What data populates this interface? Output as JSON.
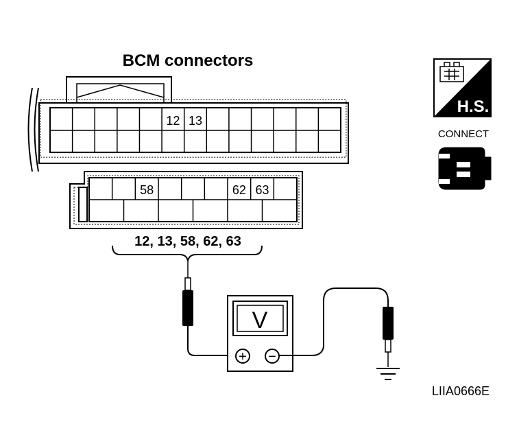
{
  "title": "BCM connectors",
  "connector_upper": {
    "pin_labels": [
      {
        "col": 5,
        "text": "12"
      },
      {
        "col": 6,
        "text": "13"
      }
    ]
  },
  "connector_lower": {
    "pin_labels": [
      {
        "col": 2,
        "text": "58"
      },
      {
        "col": 6,
        "text": "62"
      },
      {
        "col": 7,
        "text": "63"
      }
    ]
  },
  "pins_caption": "12, 13, 58, 62, 63",
  "meter": {
    "display": "V",
    "plus_symbol": "+",
    "minus_symbol": "−"
  },
  "badge": {
    "hs_label": "H.S.",
    "connect_label": "CONNECT"
  },
  "figure_id": "LIIA0666E"
}
